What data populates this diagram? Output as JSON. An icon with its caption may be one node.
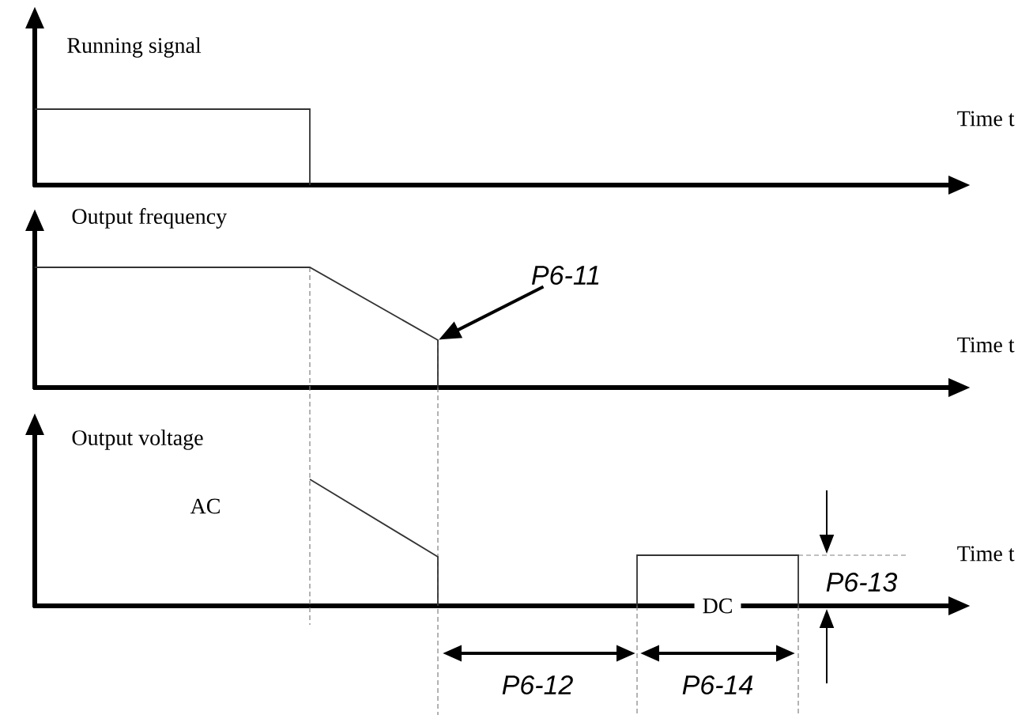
{
  "diagram": {
    "nodes": [
      {
        "text": [
          "P6-11"
        ]
      },
      {
        "text": [],
        "shape": "picture"
      }
    ],
    "edges": [
      {
        "from": 0,
        "to": 1,
        "arrow": "to"
      }
    ],
    "labels": [
      "Running signal",
      "Time t",
      "Output frequency",
      "Time t",
      "Output voltage",
      "AC",
      "Time t",
      "P6-13",
      "DC",
      "P6-12",
      "P6-14"
    ]
  }
}
